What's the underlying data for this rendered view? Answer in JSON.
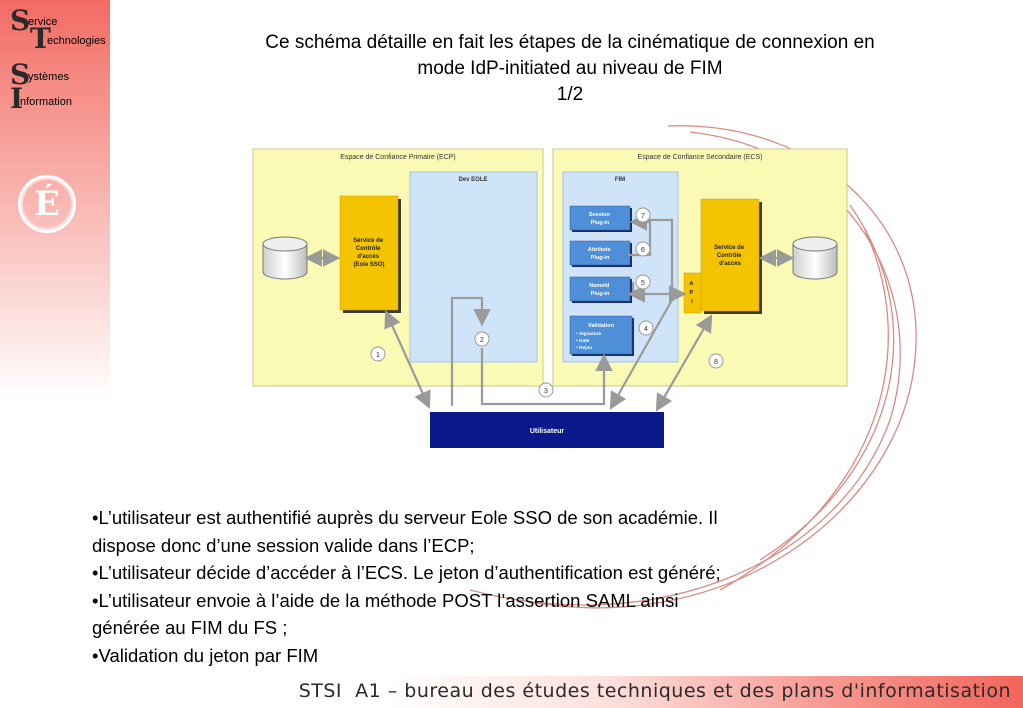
{
  "logo": {
    "letters": [
      "S",
      "T",
      "S",
      "I"
    ],
    "words": [
      "ervice",
      "echnologies",
      "ystèmes",
      "nformation"
    ],
    "badge": "É"
  },
  "title": {
    "line1": "Ce schéma détaille en fait les étapes de la cinématique de connexion en",
    "line2": "mode IdP-initiated au niveau de FIM",
    "line3": "1/2"
  },
  "diagram": {
    "ecp_label": "Espace de Confiance Primaire (ECP)",
    "ecs_label": "Espace de Confiance Secondaire (ECS)",
    "dev_eole_label": "Dev EOLE",
    "fim_label": "FIM",
    "service_ecp": [
      "Service de",
      "Contrôle",
      "d'accès",
      "(Eole SSO)"
    ],
    "service_ecs": [
      "Service de",
      "Contrôle",
      "d'accès"
    ],
    "api_label": [
      "A",
      "P",
      "I"
    ],
    "plugins": {
      "session": [
        "Session",
        "Plug-in"
      ],
      "attribute": [
        "Attribute",
        "Plug-in"
      ],
      "nameid": [
        "NameId",
        "Plug-in"
      ],
      "validation_title": "Validation",
      "validation_items": [
        "• Signature",
        "• Date",
        "• Rejeu"
      ]
    },
    "steps": [
      "1",
      "2",
      "3",
      "4",
      "5",
      "6",
      "7",
      "8"
    ],
    "utilisateur_label": "Utilisateur"
  },
  "bullets": [
    "•L’utilisateur est authentifié auprès du serveur Eole SSO de son académie. Il",
    "dispose donc d’une session valide dans l’ECP;",
    "•L’utilisateur décide d’accéder à l’ECS. Le jeton d’authentification est généré;",
    "•L’utilisateur envoie à l’aide de la méthode POST l’assertion SAML ainsi",
    "générée au FIM du FS ;",
    "•Validation du jeton par FIM"
  ],
  "footer": {
    "part1": "STSI",
    "part2": "A1 – bureau des études techniques et des plans d'informatisation"
  },
  "colors": {
    "zone_yellow": "#fafab4",
    "service_orange": "#f5c400",
    "dev_blue": "#cfe4f8",
    "plugin_blue": "#4f8fd8",
    "utilisateur_navy": "#0a1a8c",
    "arrow_gray": "#9a9a9a",
    "sidebar_red": "#f26b63"
  }
}
